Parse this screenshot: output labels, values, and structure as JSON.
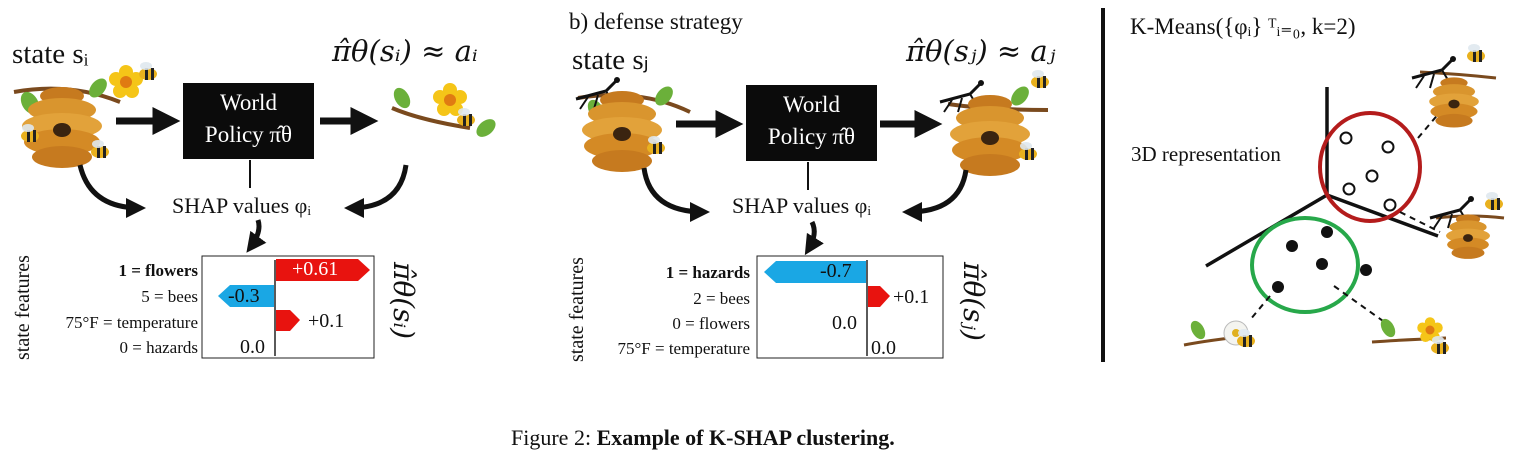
{
  "panel_b_label": "b) defense strategy",
  "panel_c_title": "K-Means({φᵢ} ᵀᵢ₌₀, k=2)",
  "panel_c_rep_label": "3D representation",
  "panel_a": {
    "state_label": "state sᵢ",
    "policy_output": "π̂θ(sᵢ) ≈ aᵢ",
    "box_line1": "World",
    "box_line2": "Policy π̂θ",
    "shap_label": "SHAP values φᵢ",
    "axis_label": "state features",
    "side_label": "π̂θ(sᵢ)",
    "features": [
      "1 = flowers",
      "5 = bees",
      "75°F = temperature",
      "0 = hazards"
    ],
    "values": [
      "+0.61",
      "-0.3",
      "+0.1",
      "0.0"
    ]
  },
  "panel_b": {
    "state_label": "state sⱼ",
    "policy_output": "π̂θ(sⱼ) ≈ aⱼ",
    "box_line1": "World",
    "box_line2": "Policy π̂θ",
    "shap_label": "SHAP values φᵢ",
    "axis_label": "state features",
    "side_label": "π̂θ(sⱼ)",
    "features": [
      "1 = hazards",
      "2 = bees",
      "0 = flowers",
      "75°F = temperature"
    ],
    "values": [
      "-0.7",
      "+0.1",
      "0.0",
      "0.0"
    ]
  },
  "caption": {
    "prefix": "Figure 2: ",
    "bold": "Example of K-SHAP clustering."
  },
  "colors": {
    "positive": "#e8130f",
    "negative": "#1aa7e4",
    "cluster_red": "#b41c1c",
    "cluster_green": "#27a84a",
    "honey": "#d9952e"
  },
  "icons": [
    "beehive-icon",
    "flower-icon",
    "bee-icon",
    "mantis-icon",
    "branch-icon"
  ]
}
